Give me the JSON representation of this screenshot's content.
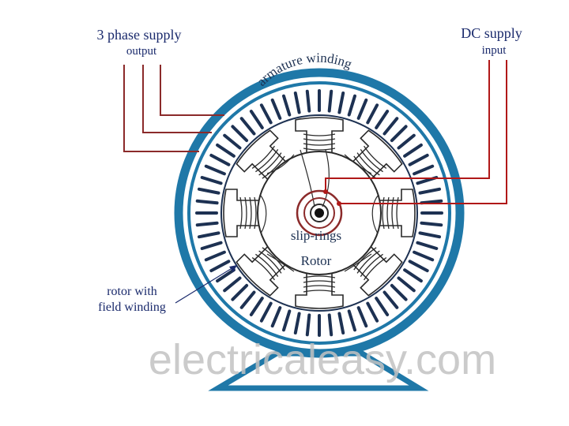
{
  "labels": {
    "three_phase": "3 phase supply",
    "output": "output",
    "dc_supply": "DC supply",
    "input": "input",
    "armature": "armature winding",
    "slip_rings": "slip-rings",
    "rotor": "Rotor",
    "rotor_with": "rotor with",
    "field_winding": "field winding"
  },
  "watermark": "electricaleasy.com",
  "colors": {
    "frame": "#1f78a8",
    "frame_dark": "#173f5f",
    "slot": "#1d3152",
    "ac_wire": "#8b2a2a",
    "dc_wire": "#b01818",
    "rotor_ink": "#2a2a2a"
  }
}
